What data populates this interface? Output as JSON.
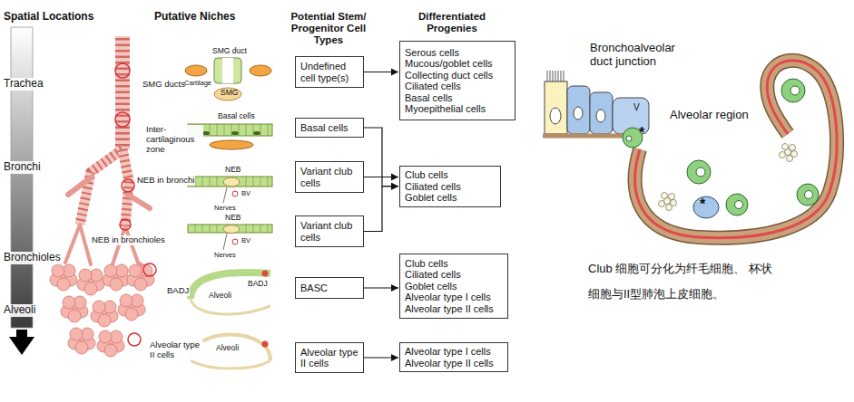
{
  "diagram": {
    "caption": "Club 细胞可分化为纤毛细胞、 杯状细胞与II型肺泡上皮细胞。",
    "nodes": [
      {
        "text": [
          "Undefined cell type(s)"
        ]
      },
      {
        "text": [
          "Serous cells",
          "Mucous/goblet cells",
          "Collecting duct cells",
          "Ciliated cells",
          "Basal cells",
          "Myoepithelial cells"
        ]
      },
      {
        "text": [
          "Basal cells"
        ]
      },
      {
        "text": [
          "Variant club cells"
        ]
      },
      {
        "text": [
          "Variant club cells"
        ]
      },
      {
        "text": [
          "Club cells",
          "Ciliated cells",
          "Goblet cells"
        ]
      },
      {
        "text": [
          "BASC"
        ]
      },
      {
        "text": [
          "Club cells",
          "Ciliated cells",
          "Goblet cells",
          "Alveolar type I cells",
          "Alveolar type II cells"
        ]
      },
      {
        "text": [
          "Alveolar type II cells"
        ]
      },
      {
        "text": [
          "Alveolar type I cells",
          "Alveolar type II cells"
        ]
      }
    ],
    "edges": [
      {
        "from": 0,
        "to": 1,
        "arrow": "to"
      },
      {
        "from": 2,
        "to": 5,
        "arrow": "to"
      },
      {
        "from": 3,
        "to": 5,
        "arrow": "to"
      },
      {
        "from": 4,
        "to": 5,
        "arrow": "to"
      },
      {
        "from": 6,
        "to": 7,
        "arrow": "to"
      },
      {
        "from": 8,
        "to": 9,
        "arrow": "to"
      }
    ],
    "labels": [
      "Spatial Locations",
      "Putative Niches",
      "Potential Stem/ Progenitor Cell Types",
      "Differentiated Progenies",
      "Trachea",
      "Bronchi",
      "Bronchioles",
      "Alveoli",
      "SMG ducts",
      "Inter-cartilaginous zone",
      "NEB in bronchi",
      "NEB in bronchioles",
      "BADJ",
      "Alveolar type II cells",
      "SMG duct",
      "Cartilage",
      "SMG",
      "Basal cells",
      "NEB",
      "BV",
      "Nerves",
      "NEB",
      "BV",
      "Nerves",
      "BADJ",
      "Alveoli",
      "Alveoli",
      "Bronchoalveolar duct junction",
      "Alveolar region",
      "V",
      "*",
      "*"
    ]
  }
}
